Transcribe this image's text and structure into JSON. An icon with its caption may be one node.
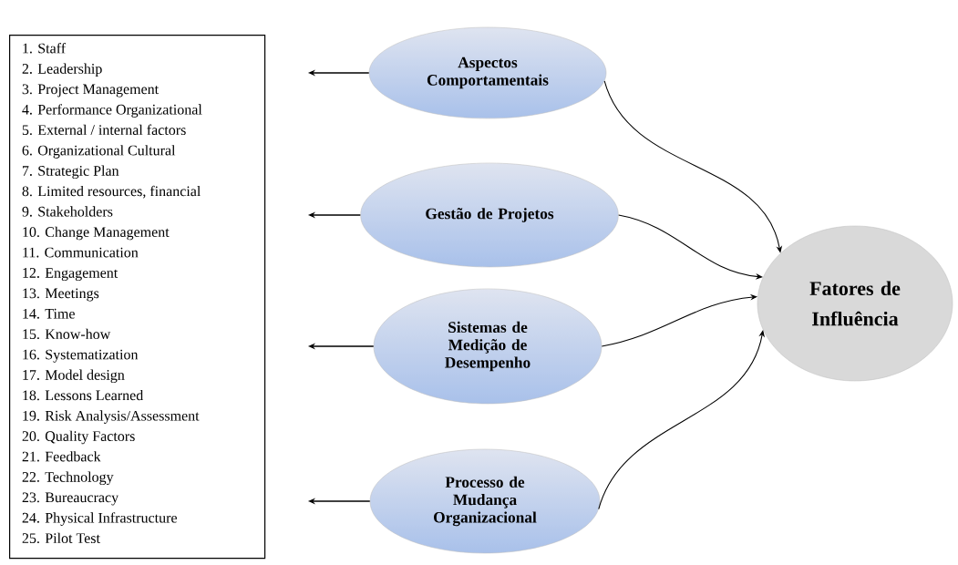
{
  "diagram": {
    "nodes": [
      {
        "text": [
          "1. Staff",
          "2. Leadership",
          "3. Project Management",
          "4. Performance Organizational",
          "5. External / internal factors",
          "6. Organizational Cultural",
          "7. Strategic Plan",
          "8. Limited resources, financial",
          "9. Stakeholders",
          "10. Change Management",
          "11. Communication",
          "12. Engagement",
          "13. Meetings",
          "14. Time",
          "15. Know-how",
          "16. Systematization",
          "17. Model design",
          "18. Lessons Learned",
          "19. Risk Analysis/Assessment",
          "20. Quality Factors",
          "21. Feedback",
          "22. Technology",
          "23. Bureaucracy",
          "24. Physical Infrastructure",
          "25. Pilot Test"
        ]
      },
      {
        "text": [
          "Aspectos Comportamentais"
        ]
      },
      {
        "text": [
          "Gestão de Projetos"
        ]
      },
      {
        "text": [
          "Sistemas de Medição de Desempenho"
        ]
      },
      {
        "text": [
          "Processo de Mudança Organizacional"
        ]
      },
      {
        "text": [
          "Fatores de Influência"
        ]
      }
    ],
    "edges": [
      {
        "from": 1,
        "to": 0,
        "arrow": "to"
      },
      {
        "from": 2,
        "to": 0,
        "arrow": "to"
      },
      {
        "from": 3,
        "to": 0,
        "arrow": "to"
      },
      {
        "from": 4,
        "to": 0,
        "arrow": "to"
      },
      {
        "from": 1,
        "to": 5,
        "arrow": "to"
      },
      {
        "from": 2,
        "to": 5,
        "arrow": "to"
      },
      {
        "from": 3,
        "to": 5,
        "arrow": "to"
      },
      {
        "from": 4,
        "to": 5,
        "arrow": "to"
      }
    ]
  }
}
